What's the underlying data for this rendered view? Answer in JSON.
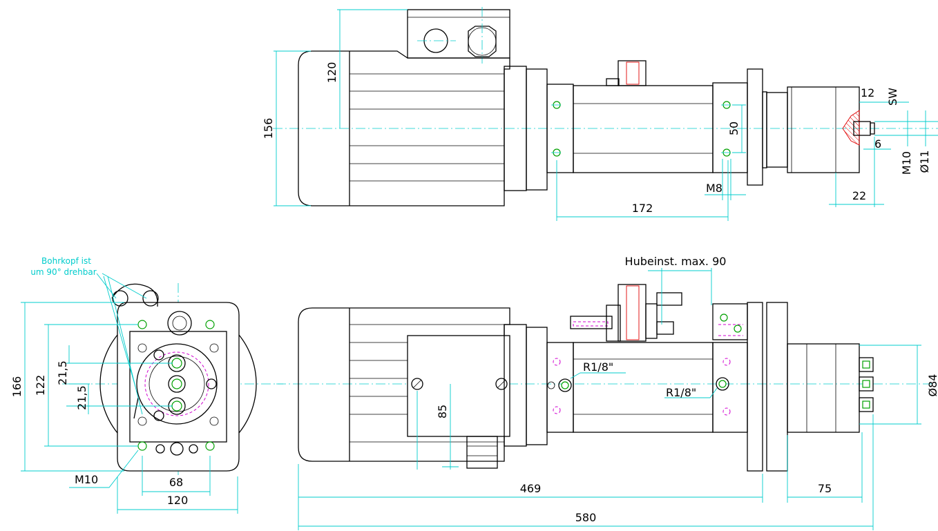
{
  "dimensions": {
    "top_height_120": "120",
    "top_height_156": "156",
    "top_spacing_50": "50",
    "top_length_172": "172",
    "thread_m8": "M8",
    "wrench_sw": "SW",
    "flat_12": "12",
    "depth_6": "6",
    "length_22": "22",
    "thread_m10_top": "M10",
    "dia_11": "Ø11",
    "front_166": "166",
    "front_122": "122",
    "front_21_5_a": "21,5",
    "front_21_5_b": "21,5",
    "front_68": "68",
    "front_120": "120",
    "front_m10": "M10",
    "side_stroke": "Hubeinst. max. 90",
    "side_r18_a": "R1/8\"",
    "side_r18_b": "R1/8\"",
    "side_85": "85",
    "side_dia_84": "Ø84",
    "side_469": "469",
    "side_75": "75",
    "side_580": "580"
  },
  "notes": {
    "rotation_line1": "Bohrkopf ist",
    "rotation_line2": "um 90° drehbar"
  },
  "colors": {
    "dimension_lines": "#00cccc",
    "outline": "#000000",
    "holes": "#00a000",
    "hidden_lines": "#d000d0",
    "hatch": "#e00000"
  }
}
